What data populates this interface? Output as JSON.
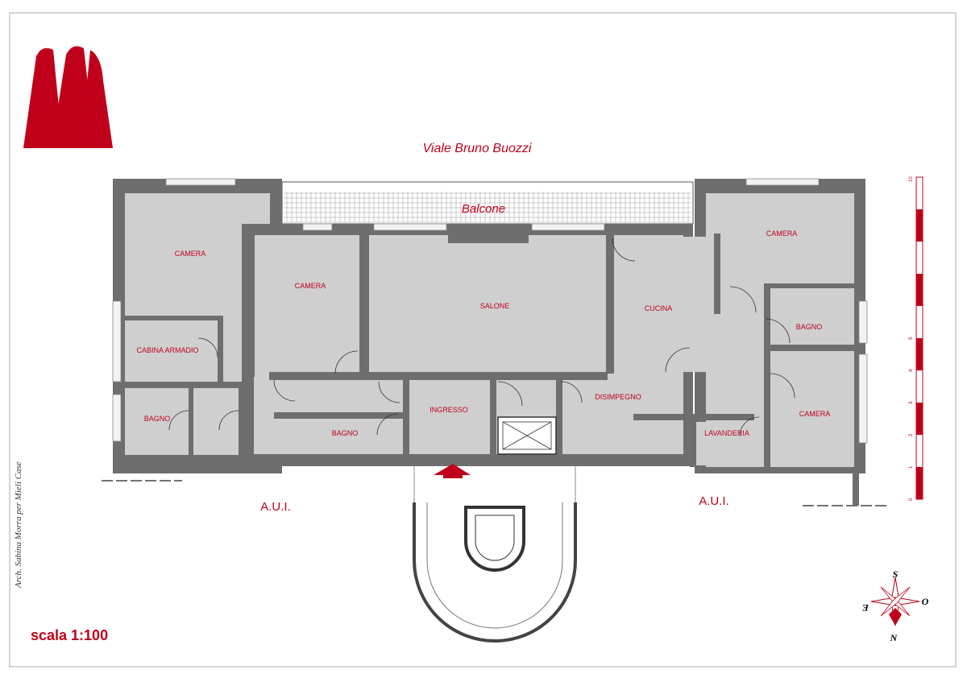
{
  "title": {
    "street": "Viale Bruno Buozzi",
    "balcony": "Balcone"
  },
  "rooms": [
    {
      "name": "CAMERA"
    },
    {
      "name": "CAMERA"
    },
    {
      "name": "SALONE"
    },
    {
      "name": "CUCINA"
    },
    {
      "name": "CAMERA"
    },
    {
      "name": "CABINA ARMADIO"
    },
    {
      "name": "BAGNO"
    },
    {
      "name": "BAGNO"
    },
    {
      "name": "INGRESSO"
    },
    {
      "name": "DISIMPEGNO"
    },
    {
      "name": "BAGNO"
    },
    {
      "name": "LAVANDERIA"
    },
    {
      "name": "CAMERA"
    }
  ],
  "outside": {
    "aui_left": "A.U.I.",
    "aui_right": "A.U.I."
  },
  "scale": {
    "label": "scala 1:100",
    "ticks": [
      "0",
      "1",
      "2",
      "3",
      "4",
      "5",
      "10"
    ]
  },
  "credit": "Arch. Sabina Morra per Mieli Case",
  "compass": {
    "s": "S",
    "o": "O",
    "n": "N",
    "e": "E"
  },
  "colors": {
    "accent": "#c0001a",
    "wall": "#6e6e6e",
    "floor": "#cfcfcf"
  }
}
